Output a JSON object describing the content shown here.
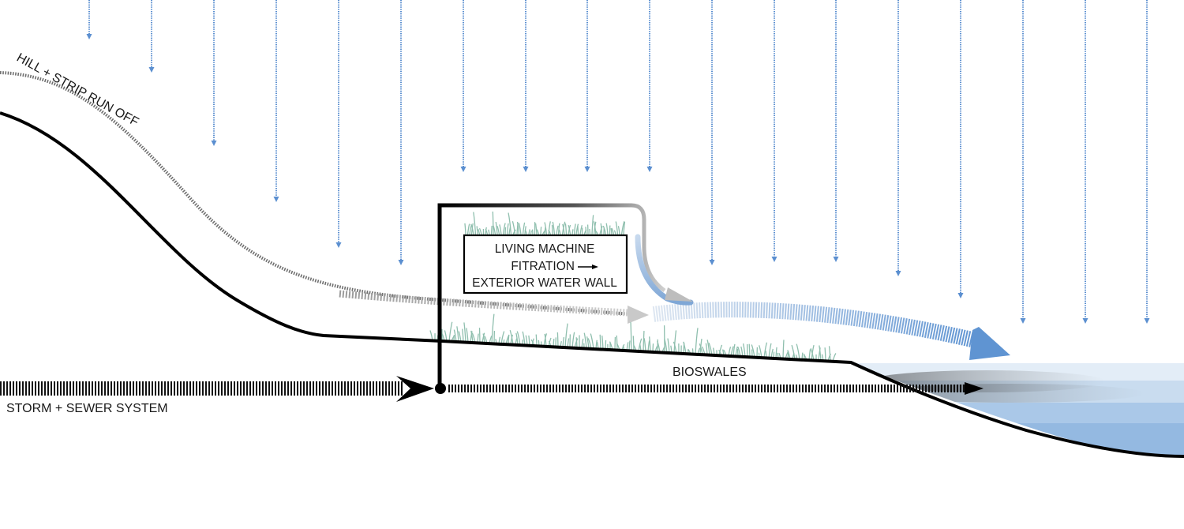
{
  "labels": {
    "runoff": "HILL + STRIP RUN OFF",
    "storm": "STORM + SEWER SYSTEM",
    "bioswales": "BIOSWALES",
    "living_machine": [
      "LIVING MACHINE",
      "FITRATION",
      "EXTERIOR WATER WALL"
    ]
  },
  "colors": {
    "ground_line": "#000000",
    "rain": "#5b8fd0",
    "water_light": "#dbe8f5",
    "water_mid": "#b8d0ec",
    "water_dark": "#8fb4de",
    "runoff_arrow": "#bdbdbd",
    "water_arrow": "#6f9fd6",
    "grass": "#8fbfae"
  },
  "icons": [
    "rain-arrow-icon",
    "runoff-arrow-icon",
    "storm-flow-arrow-icon",
    "water-flow-arrow-icon",
    "grass-icon"
  ]
}
